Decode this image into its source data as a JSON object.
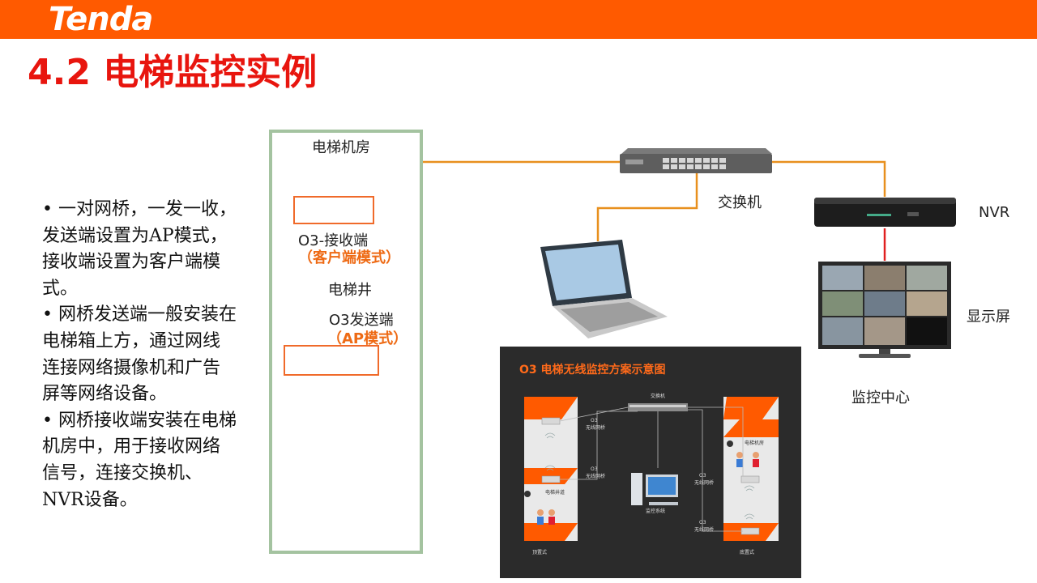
{
  "header": {
    "logo_text": "Tenda",
    "brand_color": "#ff5a00"
  },
  "title": "4.2  电梯监控实例",
  "bullets": [
    "•   一对网桥，一发一收，发送端设置为AP模式，接收端设置为客户端模式。",
    "•   网桥发送端一般安装在电梯箱上方，通过网线连接网络摄像机和广告屏等网络设备。",
    "•   网桥接收端安装在电梯机房中，用于接收网络信号，连接交换机、NVR设备。"
  ],
  "diagram": {
    "machine_room": "电梯机房",
    "receiver": "O3-接收端",
    "receiver_mode": "（客户端模式）",
    "shaft": "电梯井",
    "sender": "O3发送端",
    "sender_mode": "（AP模式）",
    "switch": "交换机",
    "nvr": "NVR",
    "display": "显示屏",
    "monitor_center": "监控中心",
    "cable_color": "#e8901e",
    "nvr_link_color": "#e02020"
  },
  "inset": {
    "title": "O3 电梯无线监控方案示意图",
    "switch": "交换机",
    "o3_a": "O3",
    "bridge_a": "无线网桥",
    "o3_b": "O3",
    "bridge_b": "无线网桥",
    "o3_c": "O3",
    "bridge_c": "无线网桥",
    "o3_d": "O3",
    "bridge_d": "无线网桥",
    "pc": "监控系统",
    "left_bottom": "顶置式",
    "right_bottom": "底置式",
    "shaft_left": "电梯井道",
    "shaft_right": "电梯机房"
  }
}
